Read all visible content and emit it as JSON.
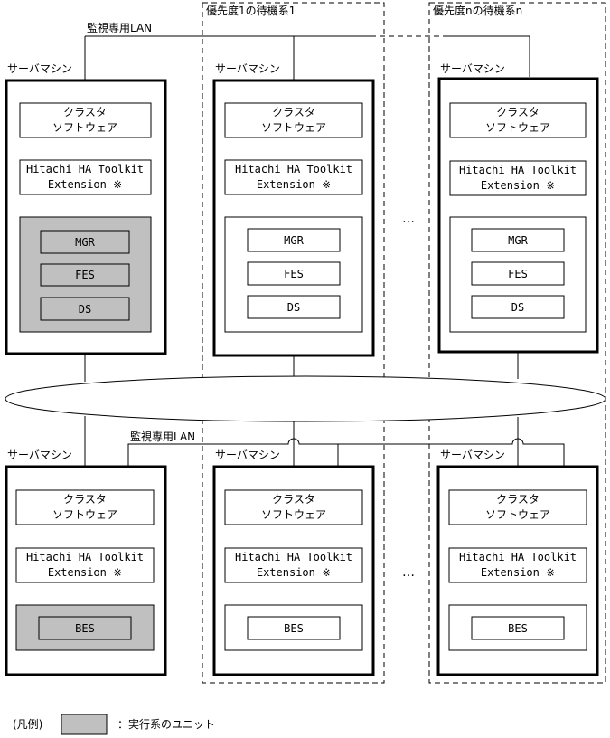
{
  "standby_group_1_label": "優先度1の待機系1",
  "standby_group_n_label": "優先度nの待機系n",
  "lan_label_top": "監視専用LAN",
  "lan_label_bottom": "監視専用LAN",
  "server_label": "サーバマシン",
  "cluster_software_line1": "クラスタ",
  "cluster_software_line2": "ソフトウェア",
  "ha_toolkit_line1": "Hitachi HA Toolkit",
  "ha_toolkit_line2": "Extension ※",
  "unit_mgr": "MGR",
  "unit_fes": "FES",
  "unit_ds": "DS",
  "unit_bes": "BES",
  "ellipsis": "…",
  "legend_label": "(凡例)",
  "legend_description": "：実行系のユニット",
  "colors": {
    "active_unit_fill": "#c0c0c0",
    "line": "#000000",
    "background": "#ffffff"
  }
}
